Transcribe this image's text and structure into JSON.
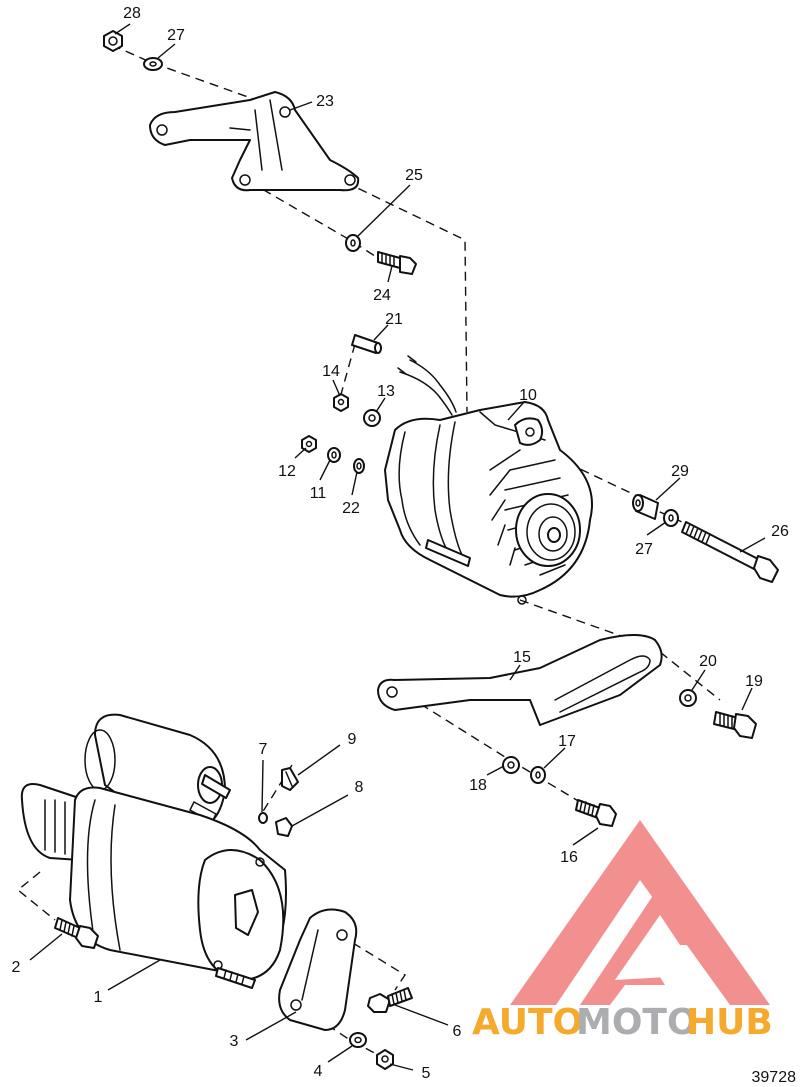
{
  "figure_number": "39728",
  "watermark": {
    "part1": "AUTO",
    "part2": "MOTO",
    "part3": "HUB",
    "color_orange": "#f5a623",
    "color_gray": "#a7a9ac",
    "color_red": "#f28b8b"
  },
  "callouts": [
    "1",
    "2",
    "3",
    "4",
    "5",
    "6",
    "7",
    "8",
    "9",
    "10",
    "11",
    "12",
    "13",
    "14",
    "15",
    "16",
    "17",
    "18",
    "19",
    "20",
    "21",
    "22",
    "23",
    "24",
    "25",
    "26",
    "27",
    "27",
    "28",
    "29"
  ]
}
